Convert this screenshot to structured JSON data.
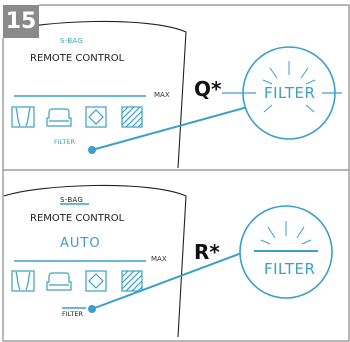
{
  "step_number": "15",
  "panel_top": {
    "brand": "S-BAG",
    "title": "REMOTE CONTROL",
    "max_label": "MAX",
    "filter_label": "FILTER",
    "callout_label": "Q*",
    "zoom_label": "FILTER"
  },
  "panel_bottom": {
    "brand": "S-BAG",
    "title": "REMOTE CONTROL",
    "mode": "AUTO",
    "max_label": "MAX",
    "filter_label": "FILTER",
    "callout_label": "R*",
    "zoom_label": "FILTER"
  },
  "colors": {
    "accent": "#3aa0c8",
    "outline": "#222222",
    "badge": "#8a8a8a"
  },
  "icons": [
    "curtain-icon",
    "armchair-icon",
    "mattress-icon",
    "carpet-icon"
  ]
}
